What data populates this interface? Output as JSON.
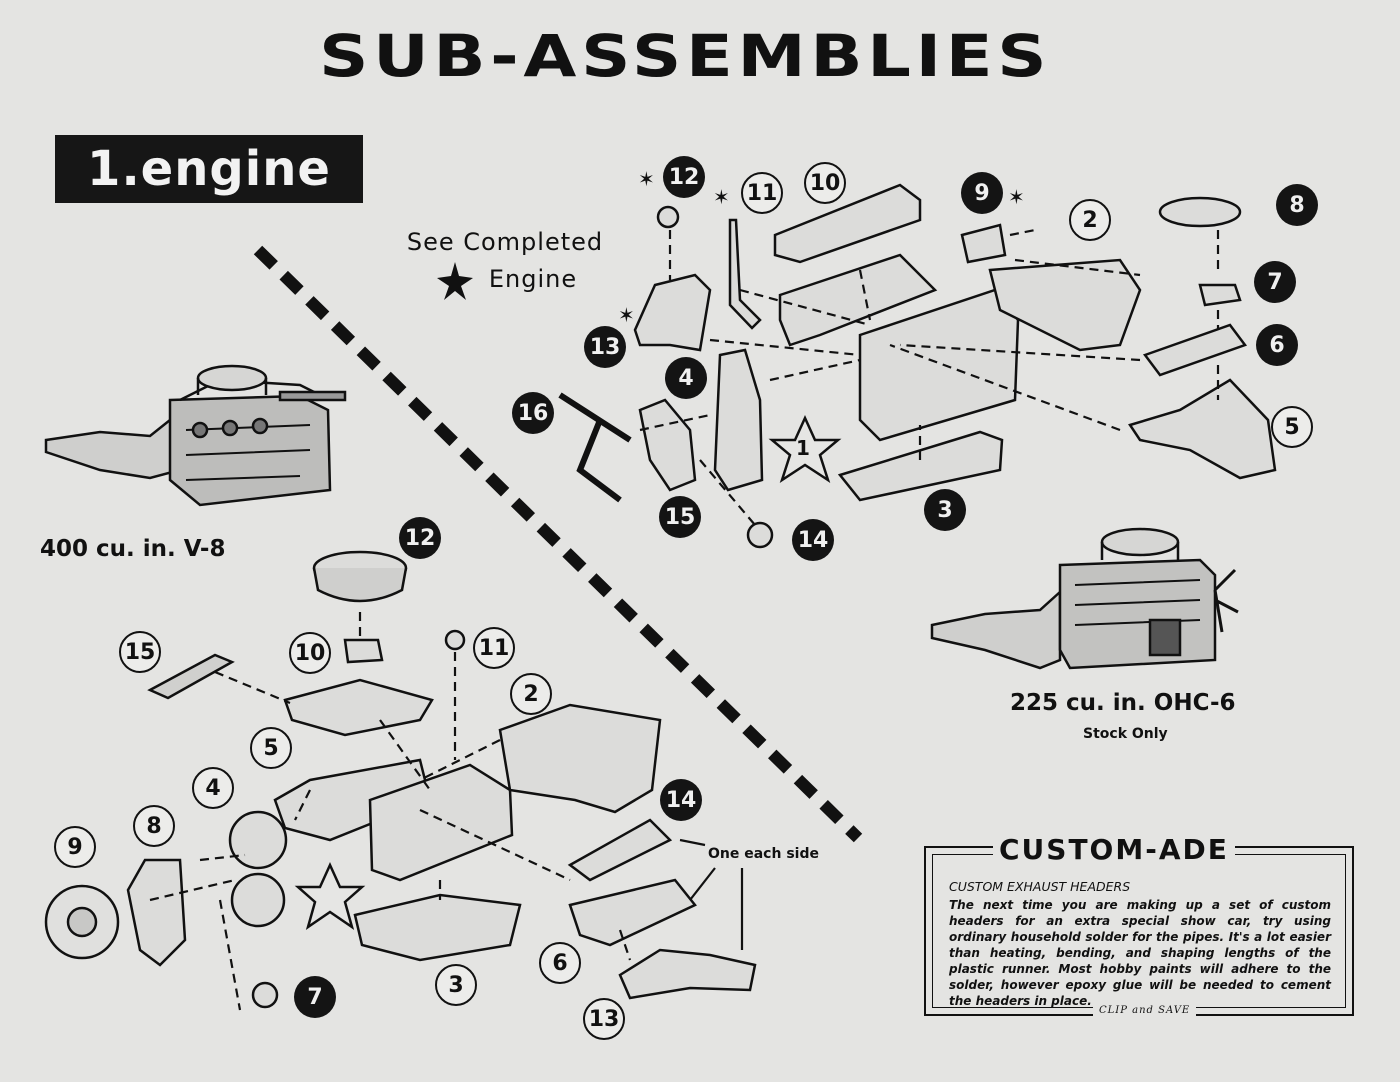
{
  "page": {
    "title": "SUB-ASSEMBLIES",
    "section_tab": "1.engine",
    "note_line1": "See Completed",
    "note_line2": "Engine"
  },
  "v8": {
    "caption": "400 cu. in. V-8",
    "part_numbers": [
      "12",
      "15",
      "10",
      "11",
      "2",
      "5",
      "4",
      "8",
      "9",
      "14",
      "6",
      "3",
      "7",
      "13"
    ],
    "star_number": "",
    "callout": "One each side"
  },
  "ohc6": {
    "caption": "225 cu. in. OHC-6",
    "subcaption": "Stock Only",
    "part_numbers": [
      "12",
      "11",
      "10",
      "9",
      "2",
      "8",
      "7",
      "13",
      "6",
      "4",
      "16",
      "5",
      "15",
      "3",
      "14"
    ],
    "star_number": "1"
  },
  "custom_ade": {
    "title": "CUSTOM-ADE",
    "heading": "CUSTOM EXHAUST HEADERS",
    "body": "The next time you are making up a set of custom headers for an extra special show car, try using ordinary household solder for the pipes. It's a lot easier than heating, bending, and shaping lengths of the plastic runner. Most hobby paints will adhere to the solder, however epoxy glue will be needed to cement the headers in place.",
    "footer": "CLIP and SAVE"
  },
  "colors": {
    "paper": "#e4e4e2",
    "ink": "#111111"
  },
  "icons": [
    "star-icon",
    "asterisk-icon"
  ]
}
